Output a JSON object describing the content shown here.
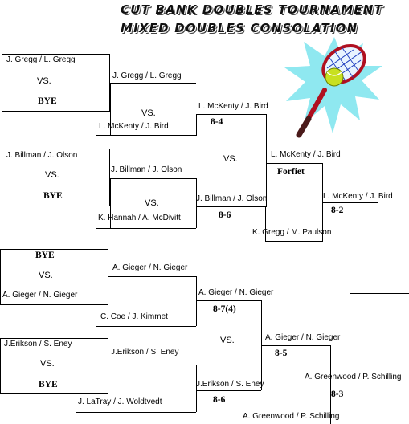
{
  "header": {
    "title_line1": "CUT BANK DOUBLES TOURNAMENT",
    "title_line2": "MIXED DOUBLES CONSOLATION"
  },
  "bracket": {
    "vs_label": "VS.",
    "box1": {
      "top": "J. Gregg / L. Gregg",
      "bottom": "BYE"
    },
    "box2": {
      "top": "J. Billman / J. Olson",
      "bottom": "BYE"
    },
    "box3": {
      "top": "BYE",
      "bottom": "A. Gieger / N. Gieger"
    },
    "box4": {
      "top": "J.Erikson / S. Eney",
      "bottom": "BYE"
    },
    "r1": {
      "w1": "J. Gregg / L. Gregg",
      "o1": "L. McKenty / J. Bird",
      "w2": "J. Billman / J. Olson",
      "o2": "K. Hannah / A. McDivitt",
      "w3": "A. Gieger / N. Gieger",
      "o3": "C. Coe / J. Kimmet",
      "w4": "J.Erikson / S. Eney",
      "o4": "J. LaTray / J. Woldtvedt"
    },
    "r2": {
      "w1": "L. McKenty / J. Bird",
      "s1": "8-4",
      "w2": "J. Billman / J. Olson",
      "s2": "8-6",
      "w3": "A. Gieger / N. Gieger",
      "s3": "8-7(4)",
      "w4": "J.Erikson / S. Eney",
      "s4": "8-6"
    },
    "r3": {
      "w1": "L. McKenty / J. Bird",
      "s1": "Forfiet",
      "o1": "K. Gregg / M. Paulson",
      "w2": "A. Gieger / N. Gieger",
      "s2": "8-5",
      "o2": "A. Greenwood / P. Schilling"
    },
    "r4": {
      "w1": "L. McKenty / J. Bird",
      "s1": "8-2",
      "w2": "A. Greenwood / P. Schilling",
      "s2": "8-3"
    }
  },
  "clipart": {
    "icon": "tennis-racket-ball-icon"
  }
}
